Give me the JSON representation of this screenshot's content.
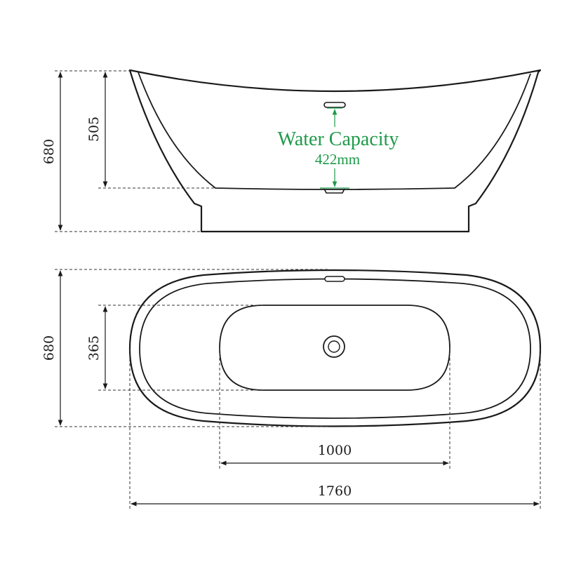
{
  "side_view": {
    "height_total": "680",
    "water_depth": "505",
    "capacity_label": "Water Capacity",
    "capacity_value": "422mm"
  },
  "top_view": {
    "width_total": "680",
    "basin_width": "365",
    "basin_length": "1000",
    "length_total": "1760"
  },
  "colors": {
    "line": "#1a1a1a",
    "accent": "#1e9a4a"
  }
}
